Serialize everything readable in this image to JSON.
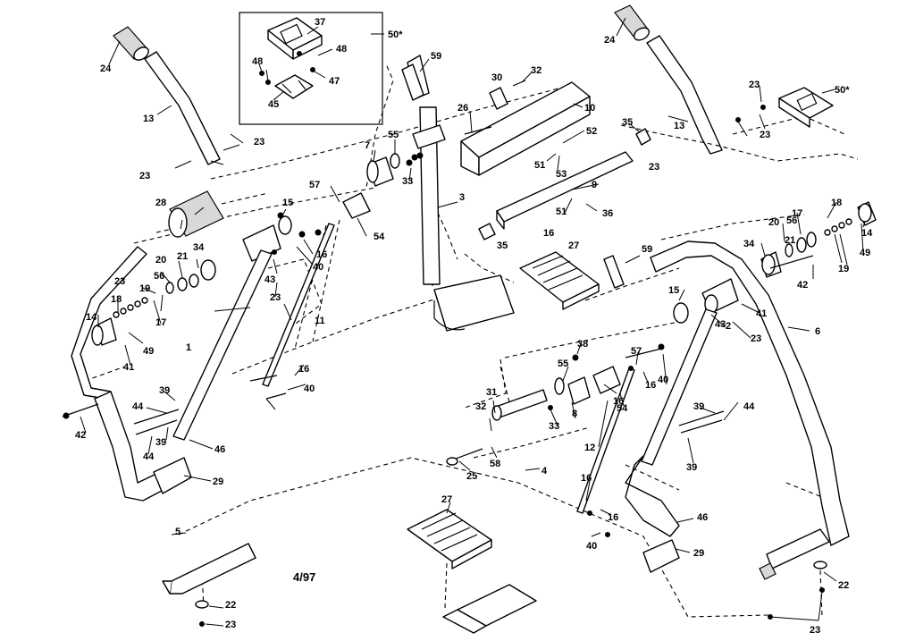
{
  "diagram": {
    "date_code": "4/97",
    "labels": {
      "l24a": "24",
      "l24b": "24",
      "l13a": "13",
      "l13b": "13",
      "l23a": "23",
      "l23b": "23",
      "l23c": "23",
      "l23d": "23",
      "l23e": "23",
      "l23f": "23",
      "l23g": "23",
      "l23h": "23",
      "l23i": "23",
      "l23j": "23",
      "l37": "37",
      "l48a": "48",
      "l48b": "48",
      "l47": "47",
      "l45": "45",
      "l50a": "50*",
      "l50b": "50*",
      "l59a": "59",
      "l59b": "59",
      "l30": "30",
      "l32a": "32",
      "l32b": "32",
      "l10": "10",
      "l26": "26",
      "l35a": "35",
      "l35b": "35",
      "l52": "52",
      "l51a": "51",
      "l51b": "51",
      "l53": "53",
      "l9": "9",
      "l36": "36",
      "l7": "7",
      "l55a": "55",
      "l55b": "55",
      "l33a": "33",
      "l33b": "33",
      "l57a": "57",
      "l57b": "57",
      "l3": "3",
      "l28": "28",
      "l15a": "15",
      "l15b": "15",
      "l54a": "54",
      "l54b": "54",
      "l16a": "16",
      "l16b": "16",
      "l16c": "16",
      "l16d": "16",
      "l16e": "16",
      "l16f": "16",
      "l16g": "16",
      "l27a": "27",
      "l27b": "27",
      "l40a": "40",
      "l40b": "40",
      "l40c": "40",
      "l40d": "40",
      "l34a": "34",
      "l34b": "34",
      "l20a": "20",
      "l20b": "20",
      "l21a": "21",
      "l21b": "21",
      "l56a": "56",
      "l56b": "56",
      "l19a": "19",
      "l19b": "19",
      "l18a": "18",
      "l18b": "18",
      "l17a": "17",
      "l17b": "17",
      "l14a": "14",
      "l14b": "14",
      "l49a": "49",
      "l49b": "49",
      "l41a": "41",
      "l41b": "41",
      "l43a": "43",
      "l43b": "43",
      "l42a": "42",
      "l42b": "42",
      "l11": "11",
      "l1": "1",
      "l2": "2",
      "l6": "6",
      "l39a": "39",
      "l39b": "39",
      "l39c": "39",
      "l39d": "39",
      "l44a": "44",
      "l44b": "44",
      "l44c": "44",
      "l46a": "46",
      "l46b": "46",
      "l29a": "29",
      "l29b": "29",
      "l38": "38",
      "l31": "31",
      "l8": "8",
      "l12": "12",
      "l58": "58",
      "l25": "25",
      "l4": "4",
      "l5": "5",
      "l22a": "22",
      "l22b": "22"
    }
  }
}
